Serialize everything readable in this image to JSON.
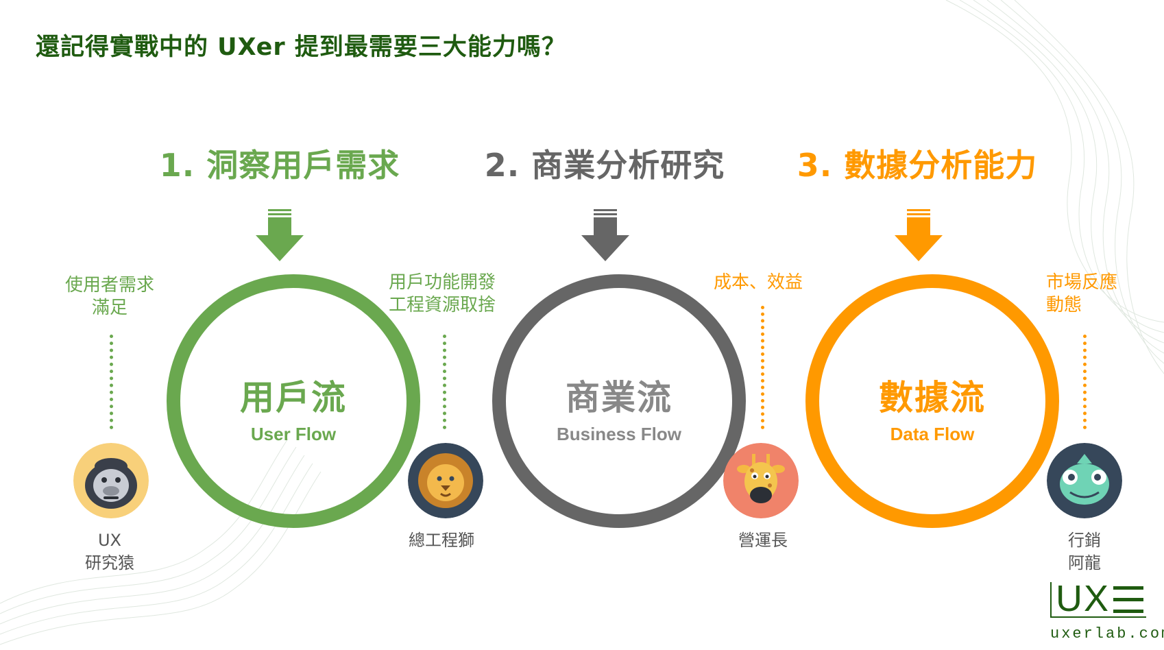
{
  "title": "還記得實戰中的 UXer 提到最需要三大能力嗎？",
  "colors": {
    "green": "#6aa84f",
    "gray": "#666666",
    "orange": "#ff9900",
    "dark_green": "#1f5b10"
  },
  "flows": [
    {
      "heading": "1. 洞察用戶需求",
      "circle_title": "用戶流",
      "circle_subtitle": "User Flow",
      "arrow_icon": "arrow-down-icon"
    },
    {
      "heading": "2. 商業分析研究",
      "circle_title": "商業流",
      "circle_subtitle": "Business Flow",
      "arrow_icon": "arrow-down-icon"
    },
    {
      "heading": "3. 數據分析能力",
      "circle_title": "數據流",
      "circle_subtitle": "Data Flow",
      "arrow_icon": "arrow-down-icon"
    }
  ],
  "roles": [
    {
      "note": "使用者需求\n滿足",
      "label": "UX\n研究猿",
      "icon": "gorilla-icon"
    },
    {
      "note": "用戶功能開發\n工程資源取捨",
      "label": "總工程獅",
      "icon": "lion-icon"
    },
    {
      "note": "成本、效益",
      "label": "營運長",
      "icon": "giraffe-icon"
    },
    {
      "note": "市場反應\n動態",
      "label": "行銷\n阿龍",
      "icon": "chameleon-icon"
    }
  ],
  "logo": {
    "mark": "UX",
    "url": "uxerlab.com"
  }
}
